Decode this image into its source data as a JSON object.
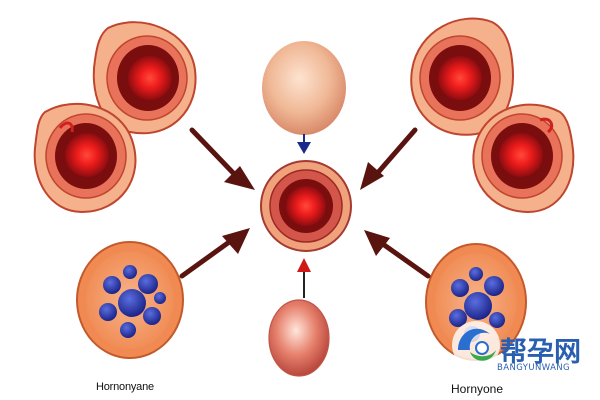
{
  "labels": {
    "bottom_left": "Hornonyane",
    "bottom_right": "Hornyone"
  },
  "watermark": {
    "title": "帮孕网",
    "subtitle": "BANGYUNWANG",
    "icon": "watermark-logo-icon"
  },
  "colors": {
    "arrow": "#5a1410",
    "arrow_blue": "#1a2a8a",
    "arrow_red": "#d01818",
    "cell_outer": "#f0a27c",
    "cell_core": "#ee1c1c",
    "granule": "#2a3aa0",
    "watermark": "#2a5fb0"
  }
}
